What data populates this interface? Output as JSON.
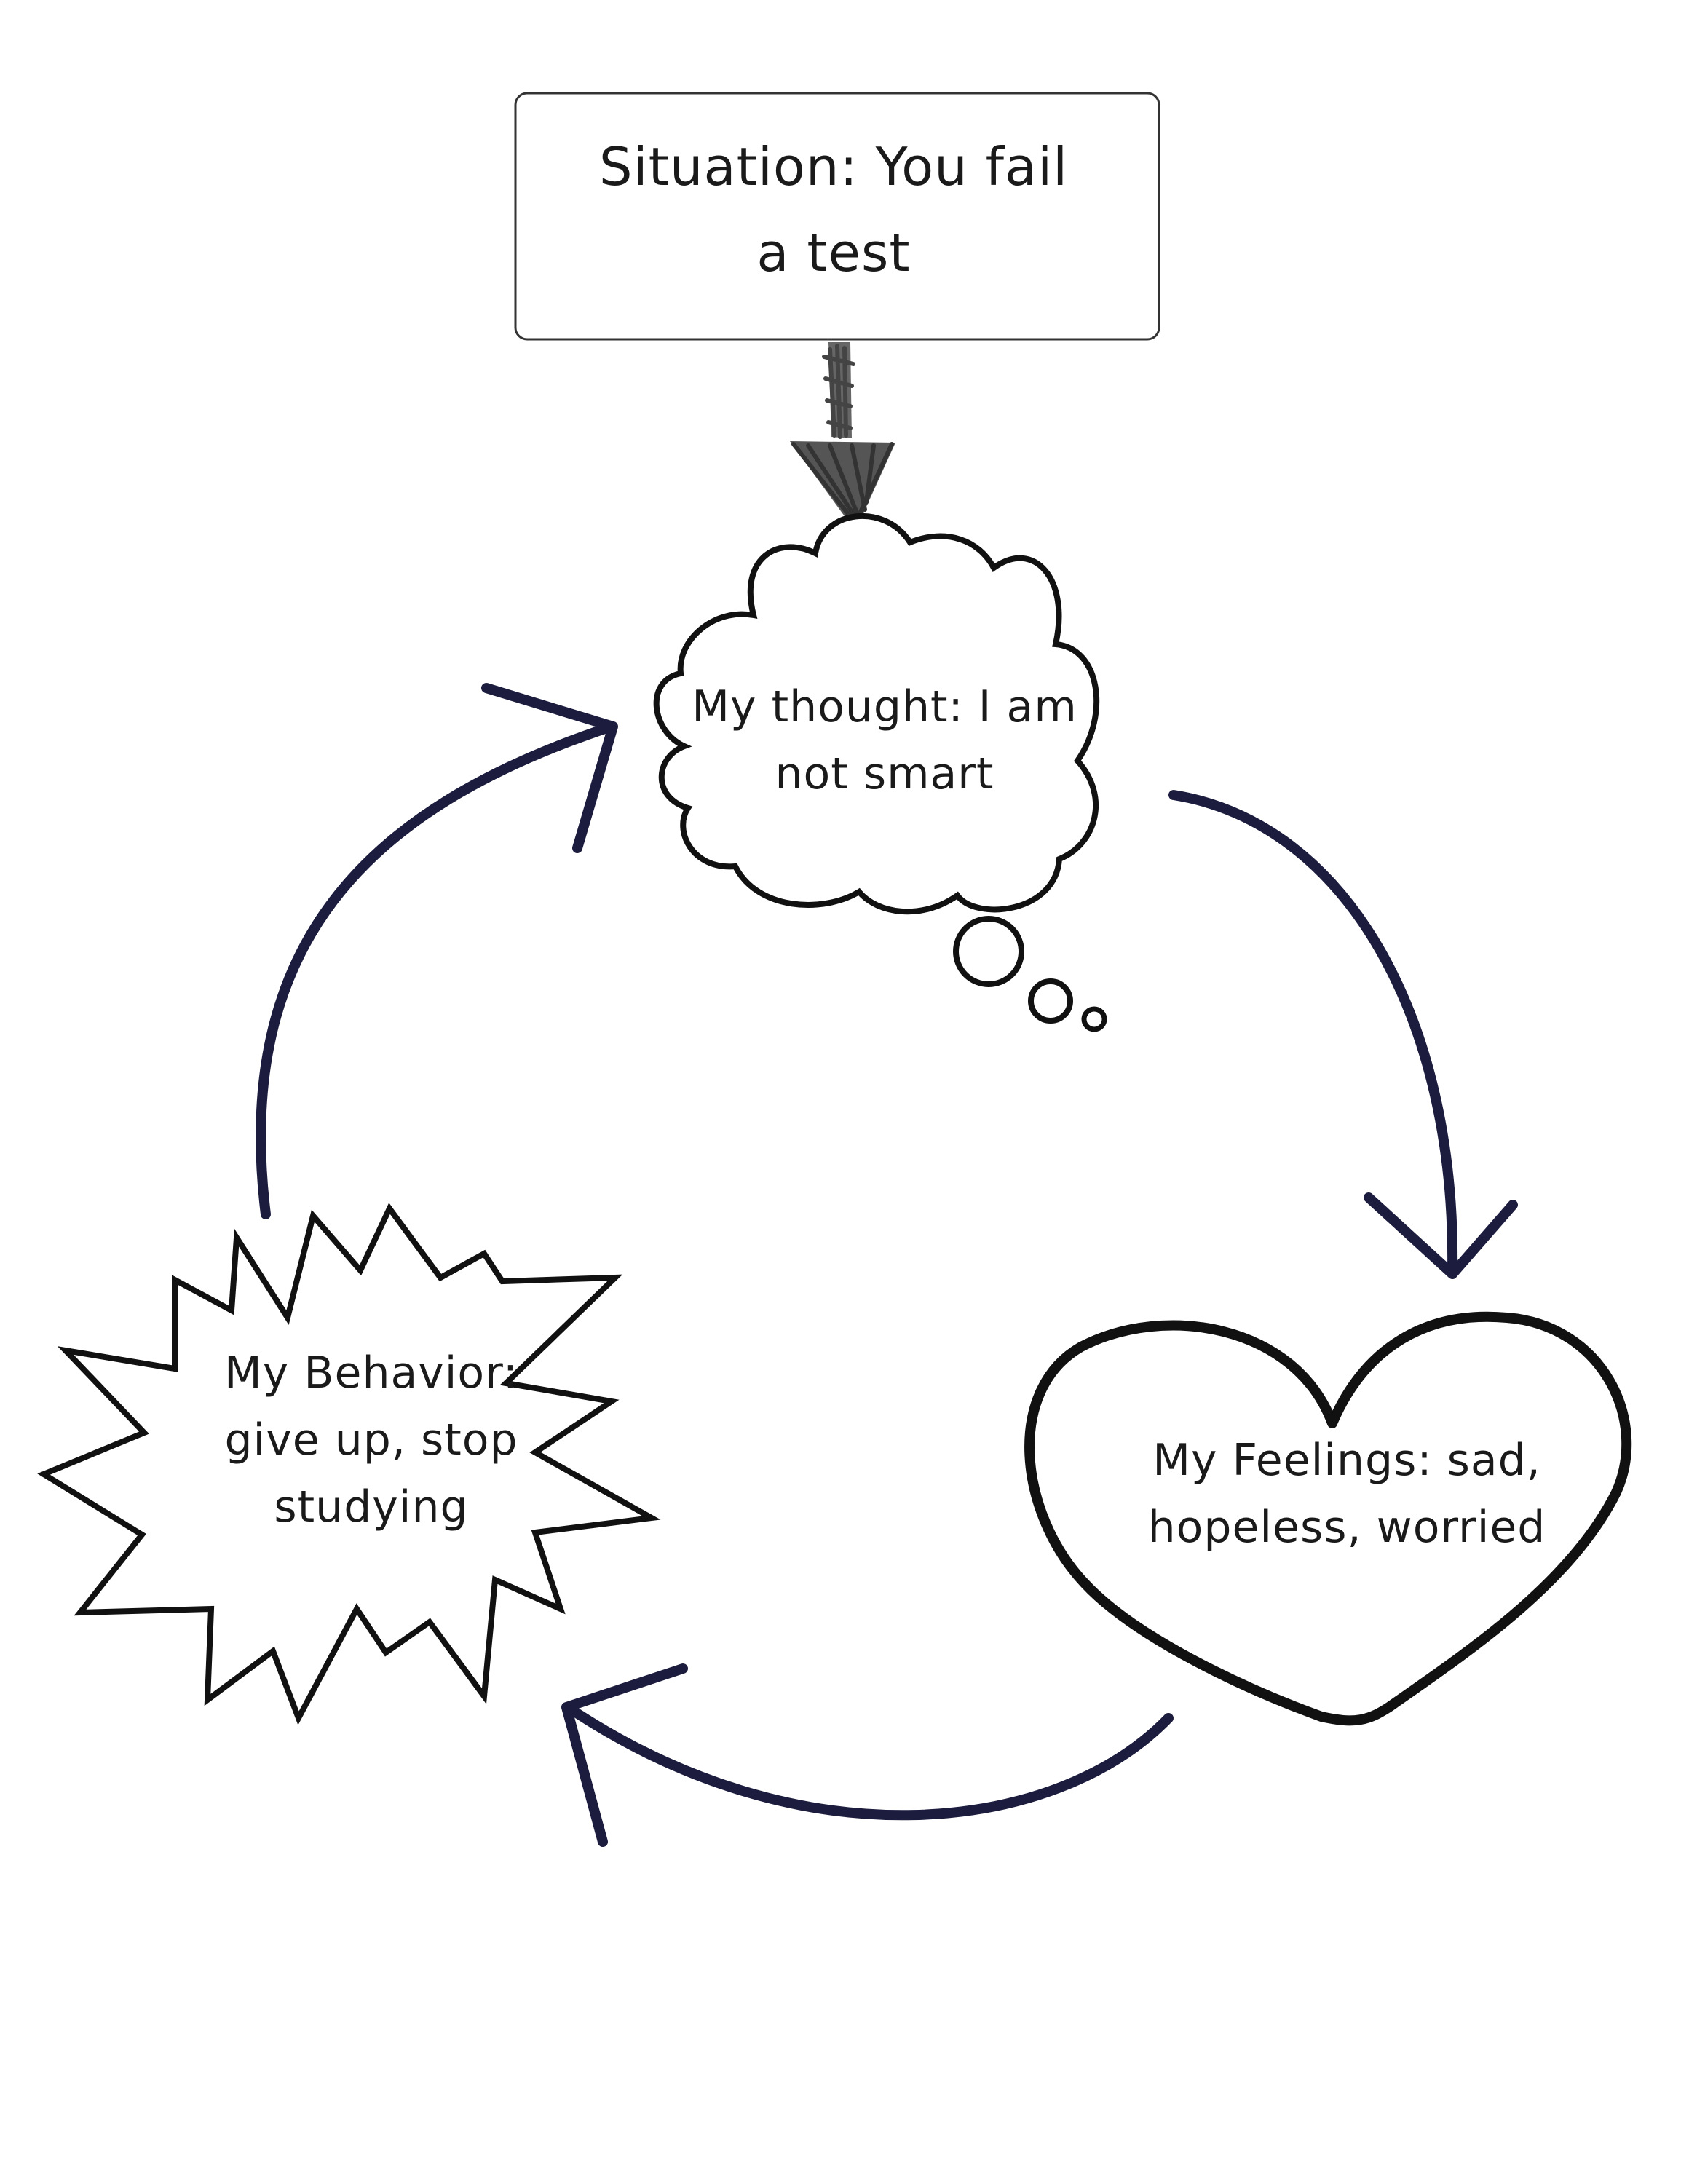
{
  "colors": {
    "cycle_arrow": "#1c1c3e",
    "shape_stroke": "#111111",
    "entry_arrow": "#555555",
    "text": "#1a1a1a",
    "background": "#ffffff"
  },
  "nodes": {
    "situation": {
      "line1": "Situation: You fail",
      "line2": "a test",
      "shape": "rounded-rectangle"
    },
    "thought": {
      "line1": "My thought: I am",
      "line2": "not smart",
      "shape": "thought-cloud"
    },
    "feelings": {
      "line1": "My Feelings: sad,",
      "line2": "hopeless, worried",
      "shape": "heart"
    },
    "behavior": {
      "line1": "My Behavior:",
      "line2": "give up, stop",
      "line3": "studying",
      "shape": "starburst"
    }
  },
  "edges": [
    {
      "from": "situation",
      "to": "thought",
      "style": "sketched-down-arrow"
    },
    {
      "from": "thought",
      "to": "feelings",
      "style": "curved-arrow"
    },
    {
      "from": "feelings",
      "to": "behavior",
      "style": "curved-arrow"
    },
    {
      "from": "behavior",
      "to": "thought",
      "style": "curved-arrow"
    }
  ]
}
